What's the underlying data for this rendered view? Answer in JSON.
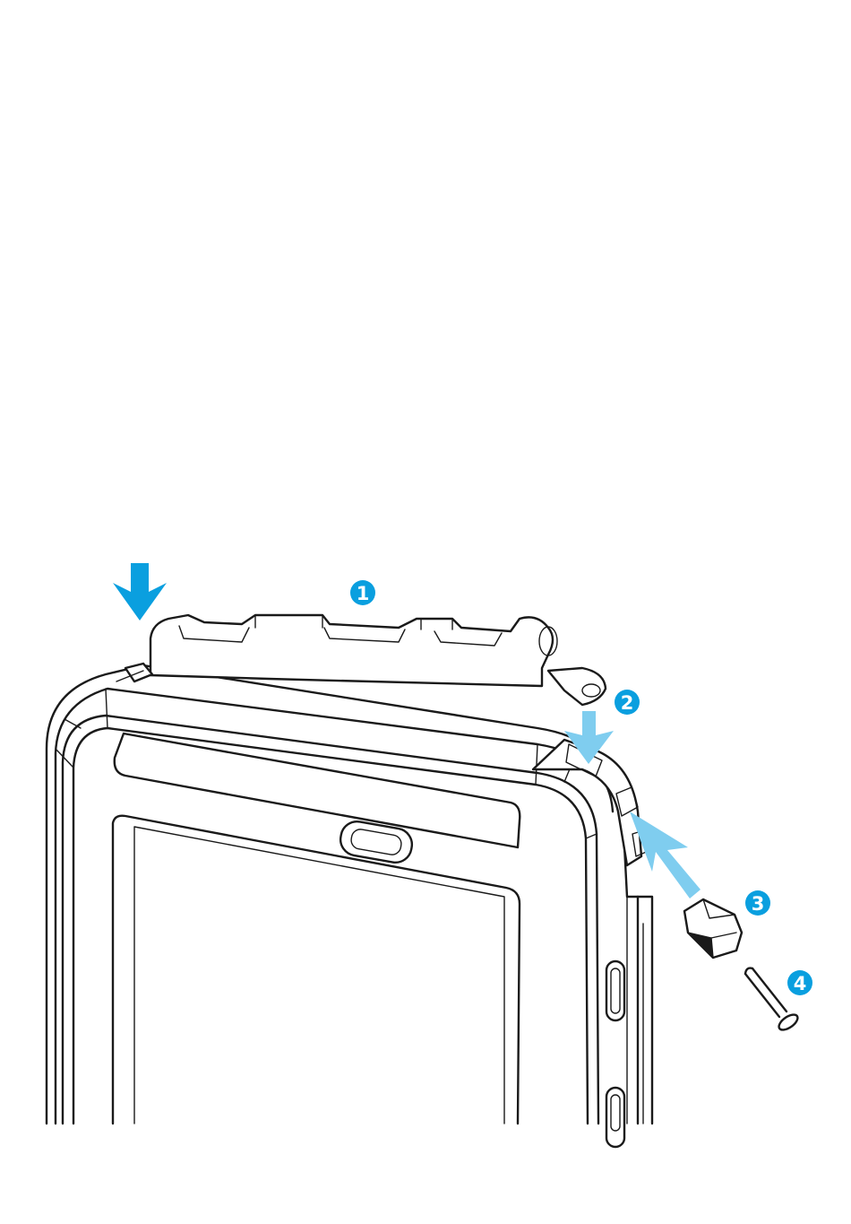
{
  "colors": {
    "accent": "#0a9fdf",
    "accent_light": "#7fcdef",
    "line": "#1a1a1a",
    "background": "#ffffff"
  },
  "callouts": [
    {
      "id": "step-1",
      "label": "1"
    },
    {
      "id": "step-2",
      "label": "2"
    },
    {
      "id": "step-3",
      "label": "3"
    },
    {
      "id": "step-4",
      "label": "4"
    }
  ],
  "icons": [
    "down-arrow-icon",
    "diagonal-arrow-icon"
  ]
}
